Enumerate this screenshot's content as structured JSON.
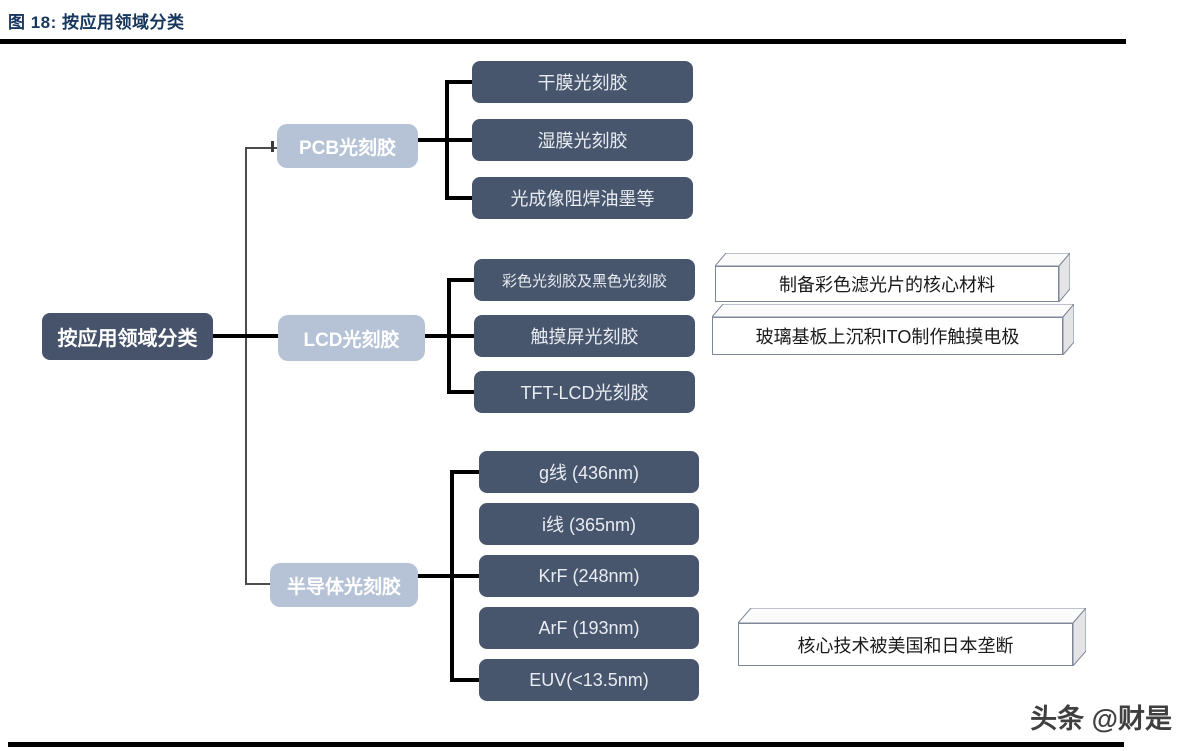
{
  "figure": {
    "title": "图 18:  按应用领域分类",
    "watermark": "头条 @财是"
  },
  "root": {
    "label": "按应用领域分类"
  },
  "groups": [
    {
      "parent": "PCB光刻胶",
      "children": [
        "干膜光刻胶",
        "湿膜光刻胶",
        "光成像阻焊油墨等"
      ]
    },
    {
      "parent": "LCD光刻胶",
      "children": [
        "彩色光刻胶及黑色光刻胶",
        "触摸屏光刻胶",
        "TFT-LCD光刻胶"
      ]
    },
    {
      "parent": "半导体光刻胶",
      "children": [
        "g线 (436nm)",
        "i线 (365nm)",
        "KrF (248nm)",
        "ArF (193nm)",
        "EUV(<13.5nm)"
      ]
    }
  ],
  "annotations": [
    "制备彩色滤光片的核心材料",
    "玻璃基板上沉积ITO制作触摸电极",
    "核心技术被美国和日本垄断"
  ],
  "colors": {
    "node_dark": "#47566D",
    "node_light": "#B6C3D6",
    "root_node": "#46536A",
    "title_text": "#17365D",
    "connector": "#000000",
    "annotation_border": "#7D8799"
  }
}
